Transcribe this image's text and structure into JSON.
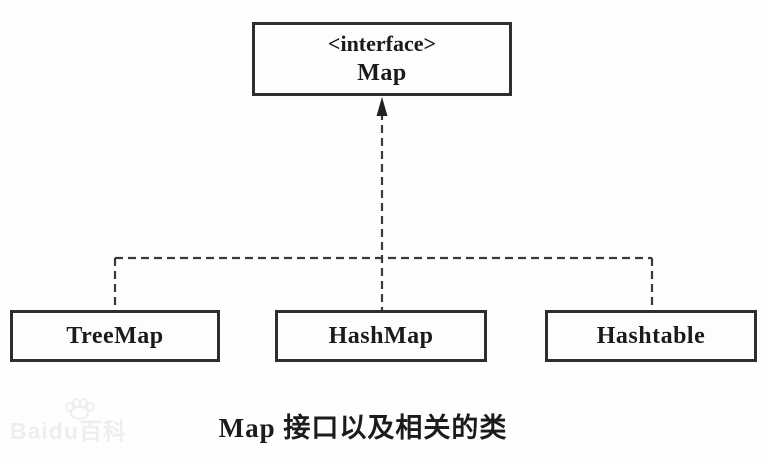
{
  "diagram": {
    "interface_node": {
      "stereotype": "<interface>",
      "name": "Map"
    },
    "implementation_nodes": [
      {
        "name": "TreeMap"
      },
      {
        "name": "HashMap"
      },
      {
        "name": "Hashtable"
      }
    ],
    "caption": "Map 接口以及相关的类",
    "watermark": {
      "text": "Baidu百科"
    },
    "colors": {
      "line": "#3a3a3a",
      "box_border": "#2e2e2e",
      "text": "#1b1b1b",
      "background": "#fefefe",
      "watermark": "#eeeeee"
    }
  }
}
